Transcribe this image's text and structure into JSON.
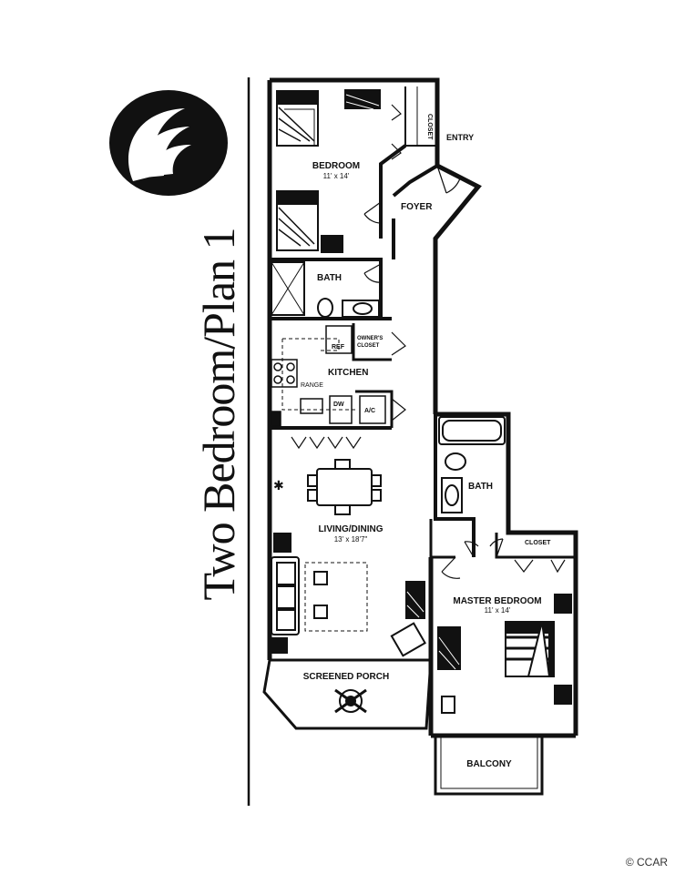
{
  "title": "Two Bedroom/Plan 1",
  "rooms": {
    "bedroom": {
      "name": "BEDROOM",
      "dims": "11' x 14'"
    },
    "closet_top": "CLOSET",
    "entry": "ENTRY",
    "foyer": "FOYER",
    "bath_1": "BATH",
    "owners_closet_line1": "OWNER'S",
    "owners_closet_line2": "CLOSET",
    "ref": "REF",
    "kitchen": "KITCHEN",
    "range": "RANGE",
    "dw": "DW",
    "ac": "A/C",
    "bath_2": "BATH",
    "living": {
      "name": "LIVING/DINING",
      "dims": "13' x 18'7\""
    },
    "closet_master": "CLOSET",
    "master": {
      "name": "MASTER BEDROOM",
      "dims": "11' x 14'"
    },
    "porch": "SCREENED PORCH",
    "balcony": "BALCONY"
  },
  "credit": "© CCAR"
}
